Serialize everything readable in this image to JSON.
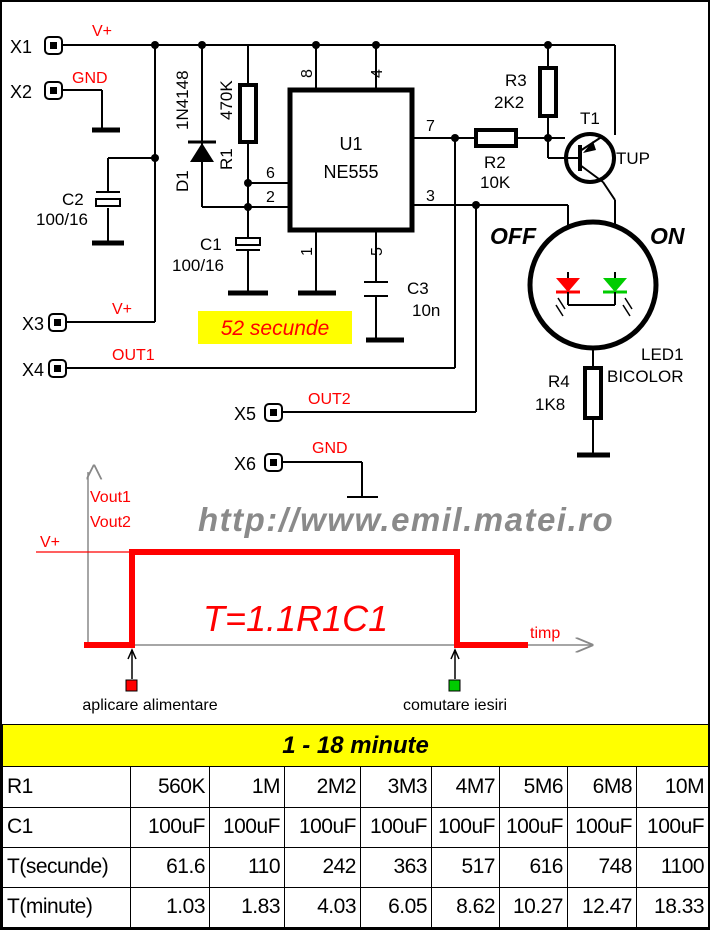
{
  "circuit": {
    "terminals": [
      "X1",
      "X2",
      "X3",
      "X4",
      "X5",
      "X6"
    ],
    "nets": {
      "vplus_top": "V+",
      "gnd": "GND",
      "vplus_x3": "V+",
      "out1": "OUT1",
      "out2": "OUT2",
      "gnd_x6": "GND"
    },
    "ic": {
      "ref": "U1",
      "part": "NE555",
      "pins": [
        "8",
        "4",
        "7",
        "6",
        "2",
        "3",
        "1",
        "5"
      ]
    },
    "diode": {
      "ref": "D1",
      "part": "1N4148"
    },
    "r1": {
      "ref": "R1",
      "value": "470K"
    },
    "c1": {
      "ref": "C1",
      "value": "100/16"
    },
    "c2": {
      "ref": "C2",
      "value": "100/16"
    },
    "c3": {
      "ref": "C3",
      "value": "10n"
    },
    "r2": {
      "ref": "R2",
      "value": "10K"
    },
    "r3": {
      "ref": "R3",
      "value": "2K2"
    },
    "r4": {
      "ref": "R4",
      "value": "1K8"
    },
    "t1": {
      "ref": "T1",
      "part": "TUP"
    },
    "led": {
      "ref": "LED1",
      "part": "BICOLOR",
      "off": "OFF",
      "on": "ON"
    },
    "time_note": "52 secunde"
  },
  "website": "http://www.emil.matei.ro",
  "waveform": {
    "ylabel1": "Vout1",
    "ylabel2": "Vout2",
    "level": "V+",
    "formula": "T=1.1R1C1",
    "xlabel": "timp",
    "event1": "aplicare alimentare",
    "event2": "comutare iesiri"
  },
  "table": {
    "title": "1 - 18 minute",
    "rows": [
      {
        "label": "R1",
        "cells": [
          "560K",
          "1M",
          "2M2",
          "3M3",
          "4M7",
          "5M6",
          "6M8",
          "10M"
        ]
      },
      {
        "label": "C1",
        "cells": [
          "100uF",
          "100uF",
          "100uF",
          "100uF",
          "100uF",
          "100uF",
          "100uF",
          "100uF"
        ]
      },
      {
        "label": "T(secunde)",
        "cells": [
          "61.6",
          "110",
          "242",
          "363",
          "517",
          "616",
          "748",
          "1100"
        ]
      },
      {
        "label": "T(minute)",
        "cells": [
          "1.03",
          "1.83",
          "4.03",
          "6.05",
          "8.62",
          "10.27",
          "12.47",
          "18.33"
        ]
      }
    ]
  },
  "colors": {
    "wire": "#000000",
    "label_red": "#ff0000",
    "note_bg": "#ffff00",
    "led_red": "#ff0000",
    "led_green": "#00cc00",
    "wave": "#ff0000",
    "site": "#8a8a8a"
  }
}
